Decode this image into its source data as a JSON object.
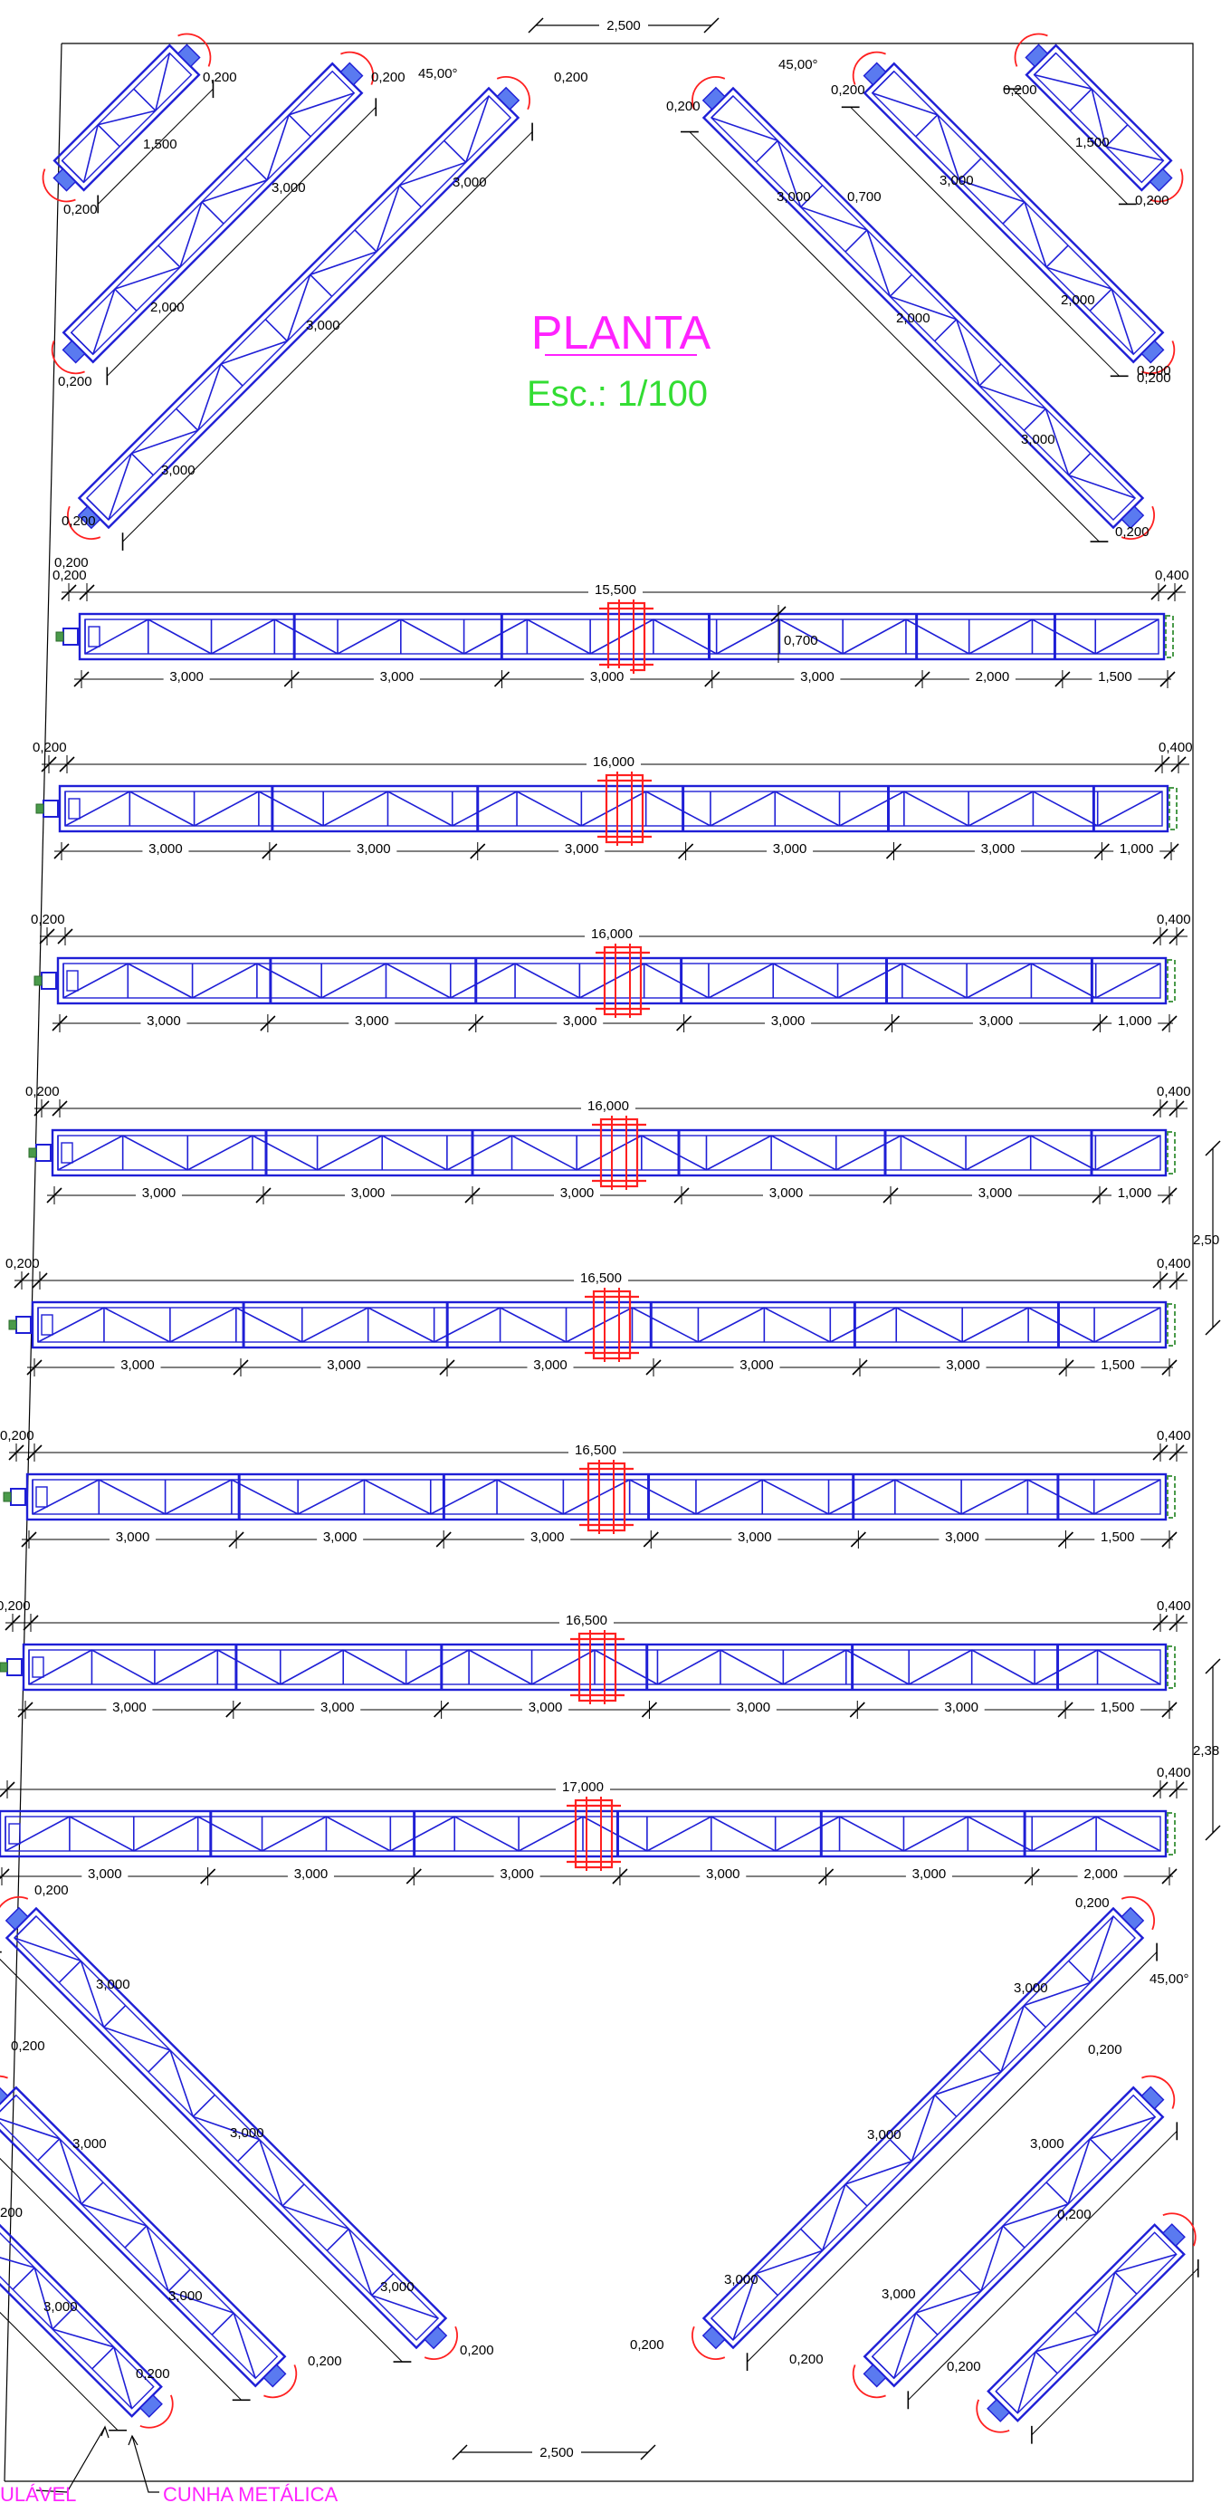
{
  "colors": {
    "truss": "#1f1fd6",
    "splice": "#ff2020",
    "title": "#ff22ff",
    "scale": "#33dd33",
    "dims": "#000000",
    "anchor": "#ff2020",
    "end_plate": "#4a9a4a",
    "note": "#ff22ff"
  },
  "title": {
    "text": "PLANTA",
    "scale": "Esc.: 1/100"
  },
  "top_dimension": "2,500",
  "bottom_dimension": "2,500",
  "diagonal_top_left": {
    "labels": [
      "0,200",
      "1,500",
      "0,200",
      "0,200",
      "3,000",
      "2,000",
      "0,200",
      "45,00°",
      "0,200",
      "3,000",
      "3,000",
      "3,000",
      "0,200",
      "0,200"
    ]
  },
  "diagonal_top_right": {
    "labels": [
      "0,200",
      "45,00°",
      "0,200",
      "3,000",
      "0,700",
      "2,000",
      "3,000",
      "0,200",
      "0,200",
      "1,500",
      "0,200",
      "3,000",
      "2,000",
      "0,200",
      "0,200"
    ]
  },
  "rows": [
    {
      "left_offset": "0,200",
      "right_offset": "0,400",
      "total": "15,500",
      "depth": "0,700",
      "segments": [
        "3,000",
        "3,000",
        "3,000",
        "3,000",
        "2,000",
        "1,500"
      ]
    },
    {
      "left_offset": "0,200",
      "right_offset": "0,400",
      "total": "16,000",
      "segments": [
        "3,000",
        "3,000",
        "3,000",
        "3,000",
        "3,000",
        "1,000"
      ]
    },
    {
      "left_offset": "0,200",
      "right_offset": "0,400",
      "total": "16,000",
      "segments": [
        "3,000",
        "3,000",
        "3,000",
        "3,000",
        "3,000",
        "1,000"
      ]
    },
    {
      "left_offset": "0,200",
      "right_offset": "0,400",
      "total": "16,000",
      "segments": [
        "3,000",
        "3,000",
        "3,000",
        "3,000",
        "3,000",
        "1,000"
      ]
    },
    {
      "left_offset": "0,200",
      "right_offset": "0,400",
      "total": "16,500",
      "segments": [
        "3,000",
        "3,000",
        "3,000",
        "3,000",
        "3,000",
        "1,500"
      ]
    },
    {
      "left_offset": "0,200",
      "right_offset": "0,400",
      "total": "16,500",
      "segments": [
        "3,000",
        "3,000",
        "3,000",
        "3,000",
        "3,000",
        "1,500"
      ]
    },
    {
      "left_offset": "0,200",
      "right_offset": "0,400",
      "total": "16,500",
      "segments": [
        "3,000",
        "3,000",
        "3,000",
        "3,000",
        "3,000",
        "1,500"
      ]
    },
    {
      "left_offset": "",
      "right_offset": "0,400",
      "total": "17,000",
      "segments": [
        "3,000",
        "3,000",
        "3,000",
        "3,000",
        "3,000",
        "2,000"
      ]
    }
  ],
  "side_dimensions": [
    "2,50",
    "2,38"
  ],
  "diagonal_bottom_left": {
    "labels": [
      "0,200",
      "3,000",
      "0,200",
      "3,000",
      "3,000",
      "200",
      "3,000",
      "3,000",
      "3,000",
      "0,200",
      "0,200",
      "0,200"
    ]
  },
  "diagonal_bottom_right": {
    "labels": [
      "0,200",
      "45,00°",
      "3,000",
      "0,200",
      "3,000",
      "3,000",
      "0,200",
      "3,000",
      "3,000",
      "0,200",
      "0,200",
      "0,200"
    ]
  },
  "notes": {
    "left": "ULÁVEL",
    "right": "CUNHA METÁLICA"
  }
}
